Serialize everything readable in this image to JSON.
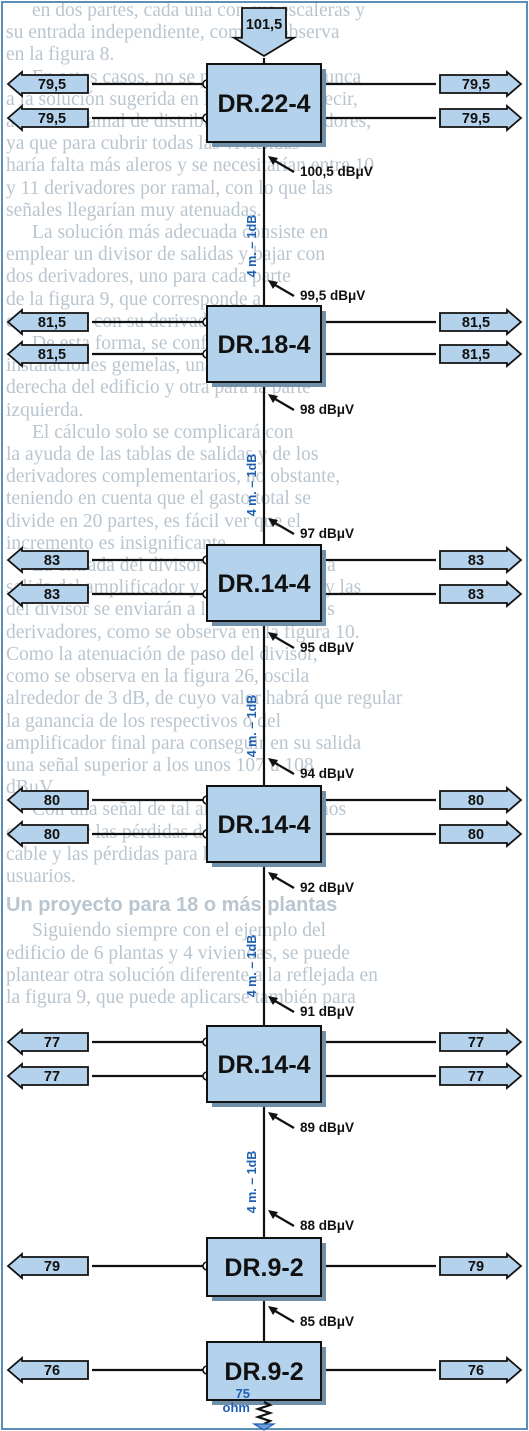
{
  "background_text": {
    "lines": [
      "en dos partes, cada una con sus escaleras y",
      "su entrada independiente, como se observa",
      "en la figura 8.",
      "En estos casos, no se puede recurrir nunca",
      "a la solución sugerida en la figura 8, es decir,",
      "a un solo ramal de distribución de derivadores,",
      "ya que para cubrir todas las viviendas",
      "haría falta más aleros y se necesitarían entre 10",
      "y 11 derivadores por ramal, con lo que las",
      "señales llegarían muy atenuadas.",
      "La solución más adecuada consiste en",
      "emplear un divisor de salidas y bajar con",
      "dos derivadores, uno para cada parte",
      "de la figura 9, que corresponde a",
      "esta planta con su derivador.",
      "De esta forma, se configuran dos",
      "instalaciones gemelas, una para la parte",
      "derecha del edificio y otra para la parte",
      "izquierda.",
      "El cálculo solo se complicará con",
      "la ayuda de las tablas de salidas y de los",
      "derivadores complementarios, no obstante,",
      "teniendo en cuenta que el gasto total se",
      "divide en 20 partes, es fácil ver que el",
      "incremento es insignificante.",
      "La entrada del divisor se conectará a la",
      "salida del amplificador y las de potencia y las",
      "del divisor se enviarán a los dos cabezales",
      "derivadores, como se observa en la figura 10.",
      "Como la atenuación de paso del divisor,",
      "como se observa en la figura 26, oscila",
      "alrededor de 3 dB, de cuyo valor habrá que regular",
      "la ganancia de los respectivos o del",
      "amplificador final para conseguir en su salida",
      "una señal superior a los unos 107 u 108",
      "dBμV.",
      "Con una señal de tal amplitud podremos",
      "compensar las pérdidas del divisor y del",
      "cable y las pérdidas para llegar a los",
      "usuarios."
    ],
    "heading": "Un proyecto para 18 o más plantas",
    "tail_lines": [
      "Siguiendo siempre con el ejemplo del",
      "edificio de 6 plantas y 4 viviendas, se puede",
      "plantear otra solución diferente a la reflejada en",
      "la figura 9, que puede aplicarse también para"
    ]
  },
  "diagram": {
    "input": "101,5",
    "cable_label": "4 m. – 1dB",
    "termination": {
      "value": "75",
      "unit": "ohm"
    },
    "units": "dBμV",
    "taps": [
      {
        "name": "DR.22-4",
        "level_in": "",
        "level_out": "100,5",
        "outputs_left": [
          "79,5",
          "79,5"
        ],
        "outputs_right": [
          "79,5",
          "79,5"
        ]
      },
      {
        "name": "DR.18-4",
        "level_in": "99,5",
        "level_out": "98",
        "outputs_left": [
          "81,5",
          "81,5"
        ],
        "outputs_right": [
          "81,5",
          "81,5"
        ]
      },
      {
        "name": "DR.14-4",
        "level_in": "97",
        "level_out": "95",
        "outputs_left": [
          "83",
          "83"
        ],
        "outputs_right": [
          "83",
          "83"
        ]
      },
      {
        "name": "DR.14-4",
        "level_in": "94",
        "level_out": "92",
        "outputs_left": [
          "80",
          "80"
        ],
        "outputs_right": [
          "80",
          "80"
        ]
      },
      {
        "name": "DR.14-4",
        "level_in": "91",
        "level_out": "89",
        "outputs_left": [
          "77",
          "77"
        ],
        "outputs_right": [
          "77",
          "77"
        ]
      },
      {
        "name": "DR.9-2",
        "level_in": "88",
        "level_out": "85",
        "outputs_left": [
          "79"
        ],
        "outputs_right": [
          "79"
        ]
      },
      {
        "name": "DR.9-2",
        "level_in": "",
        "level_out": "",
        "outputs_left": [
          "76"
        ],
        "outputs_right": [
          "76"
        ]
      }
    ]
  }
}
